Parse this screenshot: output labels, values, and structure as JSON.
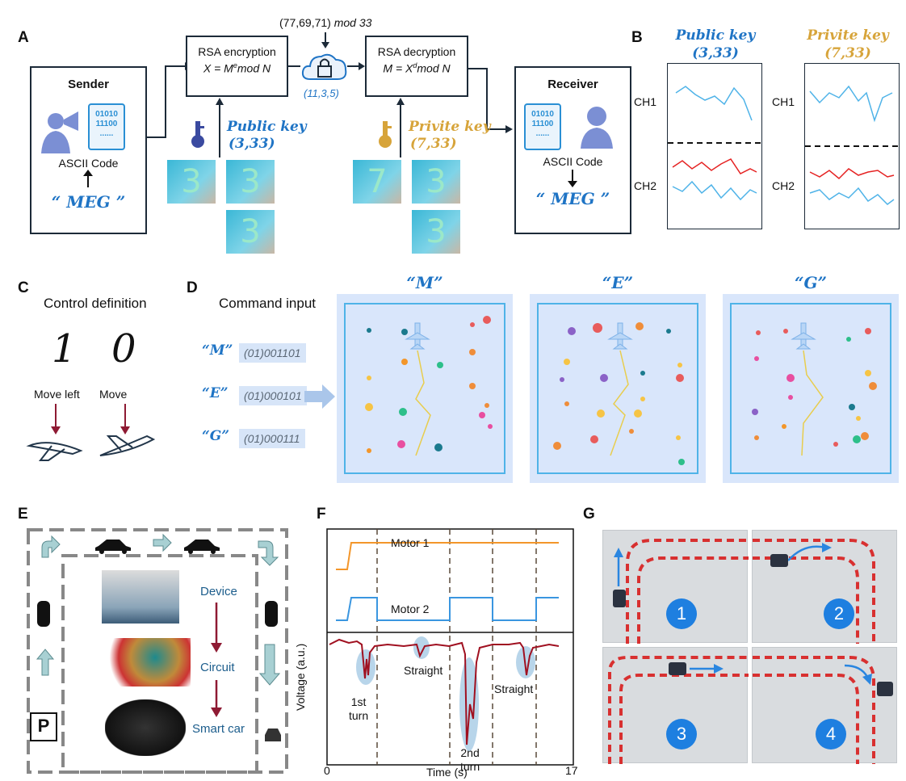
{
  "panels": {
    "a": "A",
    "b": "B",
    "c": "C",
    "d": "D",
    "e": "E",
    "f": "F",
    "g": "G"
  },
  "panelA": {
    "sender_title": "Sender",
    "ascii_code": "ASCII Code",
    "message": "“ MEG ”",
    "binary_lines": [
      "01010",
      "11100",
      "......"
    ],
    "enc_title": "RSA encryption",
    "enc_formula": "X = M",
    "enc_sup": "e",
    "enc_tail": "mod N",
    "dec_title": "RSA decryption",
    "dec_formula": "M = X",
    "dec_sup": "d",
    "dec_tail": "mod N",
    "cipher_values": "(77,69,71)",
    "cipher_mod": "mod 33",
    "lock_params": "(11,3,5)",
    "public_key_label": "Public key",
    "public_key_value": "(3,33)",
    "private_key_label": "Privite key",
    "private_key_value": "(7,33)",
    "receiver_title": "Receiver",
    "receiver_ascii": "ASCII Code",
    "receiver_message": "“ MEG ”",
    "digit3": "3",
    "digit7": "7"
  },
  "panelB": {
    "public_title": "Public key",
    "public_value": "(3,33)",
    "private_title": "Privite key",
    "private_value": "(7,33)",
    "ch1": "CH1",
    "ch2": "CH2"
  },
  "panelC": {
    "title": "Control definition",
    "one": "1",
    "zero": "0",
    "move_left": "Move left",
    "move": "Move"
  },
  "panelD": {
    "command_input": "Command input",
    "commands": [
      {
        "letter": "“M”",
        "code": "(01)001101"
      },
      {
        "letter": "“E”",
        "code": "(01)000101"
      },
      {
        "letter": "“G”",
        "code": "(01)000111"
      }
    ],
    "game_titles": [
      "“M”",
      "“E”",
      "“G”"
    ]
  },
  "panelE": {
    "device": "Device",
    "circuit": "Circuit",
    "smart_car": "Smart car",
    "parking": "P"
  },
  "panelF": {
    "motor1": "Motor 1",
    "motor2": "Motor 2",
    "ylabel": "Voltage (a.u.)",
    "xlabel": "Time (s)",
    "x_min": "0",
    "x_max": "17",
    "first_turn": [
      "1st",
      "turn"
    ],
    "straight1": "Straight",
    "second_turn": [
      "2nd",
      "turn"
    ],
    "straight2": "Straight"
  },
  "panelG": {
    "steps": [
      "1",
      "2",
      "3",
      "4"
    ]
  },
  "colors": {
    "blue": "#1f74c5",
    "gold": "#d7a43a",
    "dark": "#1c2a38",
    "light_blue": "#4fb3e8",
    "red": "#e52222",
    "maroon": "#8e1a33",
    "orange": "#f3962a"
  }
}
